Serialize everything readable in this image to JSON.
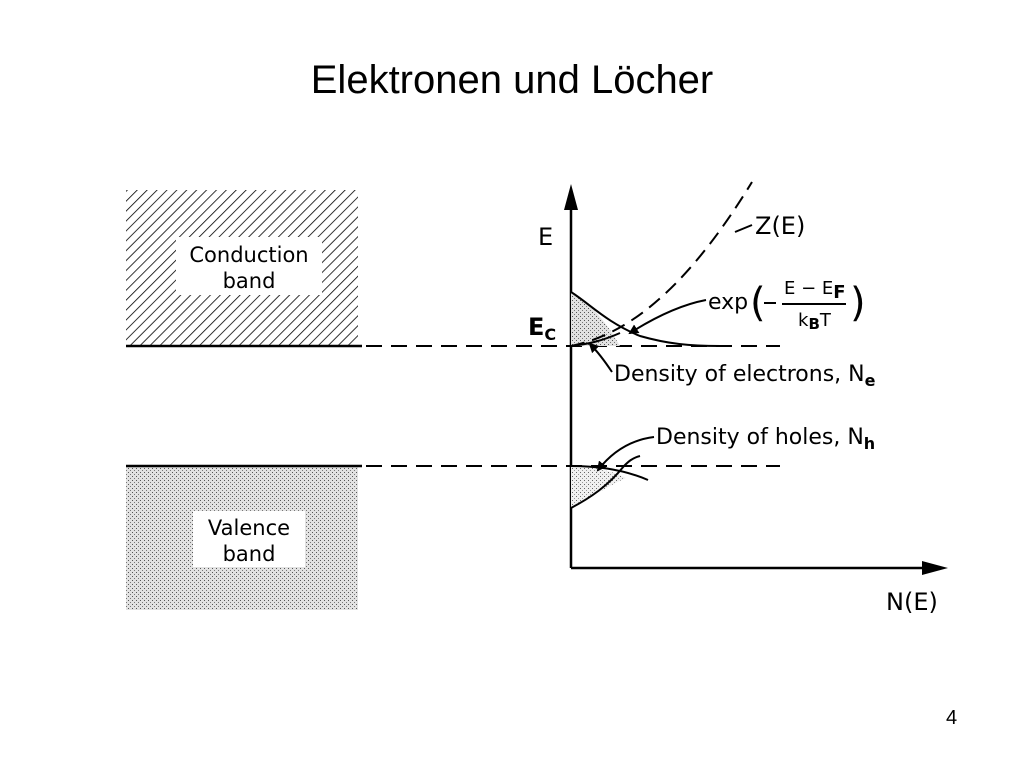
{
  "slide": {
    "title": "Elektronen und Löcher",
    "page_number": "4"
  },
  "diagram": {
    "conduction_band": {
      "line1": "Conduction",
      "line2": "band"
    },
    "valence_band": {
      "line1": "Valence",
      "line2": "band"
    },
    "axis": {
      "y_label": "E",
      "x_label": "N(E)"
    },
    "ec_label": {
      "main": "E",
      "sub": "C"
    },
    "z_label": "Z(E)",
    "exp_label": {
      "prefix": "exp",
      "numerator": "E − E",
      "numerator_sub": "F",
      "denominator": "k",
      "denominator_sub": "B",
      "denominator_tail": "T"
    },
    "electrons_label": {
      "text": "Density of electrons, N",
      "sub": "e"
    },
    "holes_label": {
      "text": "Density of holes, N",
      "sub": "h"
    }
  }
}
